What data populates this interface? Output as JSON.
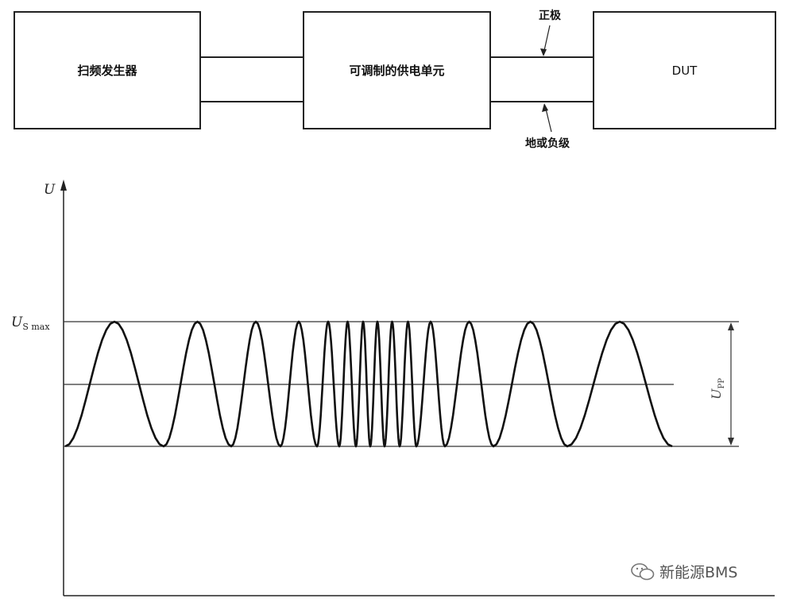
{
  "blocks": {
    "sweep_generator": "扫频发生器",
    "power_supply": "可调制的供电单元",
    "dut": "DUT"
  },
  "wire_labels": {
    "positive": "正极",
    "ground": "地或负级"
  },
  "graph": {
    "y_axis_label": "U",
    "level_label_main": "U",
    "level_label_sub": "S max",
    "pp_label_main": "U",
    "pp_label_sub": "PP"
  },
  "watermark": {
    "text": "新能源BMS",
    "icon": "wechat-icon"
  }
}
